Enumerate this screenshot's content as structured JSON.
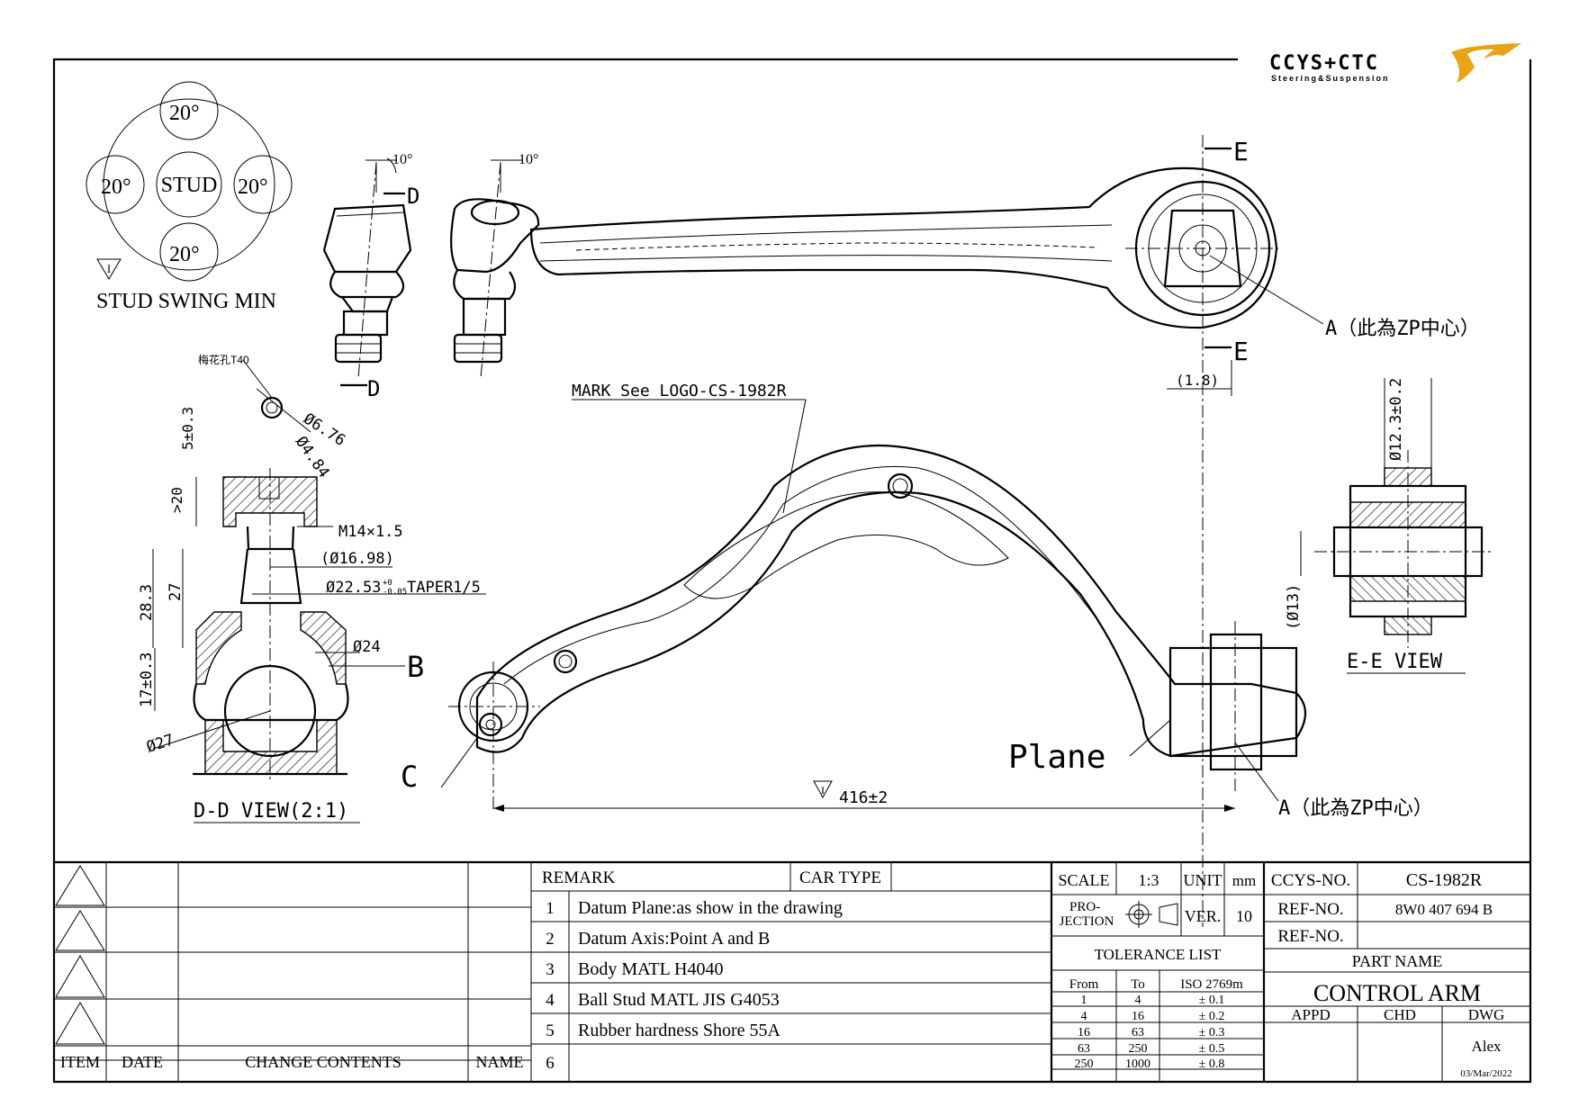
{
  "logo": {
    "name": "CCYS+CTC",
    "tagline": "Steering&Suspension",
    "accent": "#e8a317",
    "grey": "#6d6d6d"
  },
  "stud_swing": {
    "center": "STUD",
    "top": "20°",
    "left": "20°",
    "right": "20°",
    "bottom": "20°",
    "datum": "I",
    "caption": "STUD SWING MIN"
  },
  "section_marks": {
    "d": "D",
    "e": "E",
    "b": "B",
    "c": "C",
    "a_top": "A（此為ZP中心）",
    "a_bottom": "A（此為ZP中心）",
    "angle1": "10°",
    "angle2": "10°"
  },
  "dd_view": {
    "title": "D-D VIEW(2:1)",
    "torx": "梅花孔T40",
    "dim_676": "Ø6.76",
    "dim_484": "Ø4.84",
    "dim_5": "5±0.3",
    "dim_20": ">20",
    "thread": "M14×1.5",
    "dim_1698": "(Ø16.98)",
    "taper": "Ø22.53",
    "taper_tol_up": "+0",
    "taper_tol_down": "-0.05",
    "taper_label": "TAPER1/5",
    "dim_283": "28.3",
    "dim_27": "27",
    "dim_24": "Ø24",
    "dim_17": "17±0.3",
    "dim_phi27": "Ø27"
  },
  "main_view": {
    "mark": "MARK See LOGO-CS-1982R",
    "dim_18": "(1.8)",
    "dim_416": "416±2",
    "datum": "I",
    "plane": "Plane"
  },
  "ee_view": {
    "title": "E-E VIEW",
    "dim_123": "Ø12.3±0.2",
    "dim_13": "(Ø13)"
  },
  "change_table": {
    "headers": [
      "ITEM",
      "DATE",
      "CHANGE CONTENTS",
      "NAME"
    ]
  },
  "remarks": {
    "header": "REMARK",
    "car_type": "CAR TYPE",
    "items": [
      {
        "no": "1",
        "text": "Datum Plane:as show in the drawing"
      },
      {
        "no": "2",
        "text": "Datum Axis:Point A and B"
      },
      {
        "no": "3",
        "text": "Body MATL H4040"
      },
      {
        "no": "4",
        "text": "Ball Stud MATL JIS G4053"
      },
      {
        "no": "5",
        "text": "Rubber hardness Shore 55A"
      },
      {
        "no": "6",
        "text": ""
      }
    ]
  },
  "title_block": {
    "scale_label": "SCALE",
    "scale": "1:3",
    "unit_label": "UNIT",
    "unit": "mm",
    "projection_label": "PRO-\nJECTION",
    "ver_label": "VER.",
    "ver": "10",
    "ccys_no_label": "CCYS-NO.",
    "ccys_no": "CS-1982R",
    "ref_no_label": "REF-NO.",
    "ref_no": "8W0 407 694 B",
    "ref_no2_label": "REF-NO.",
    "ref_no2": "",
    "part_name_label": "PART NAME",
    "part_name": "CONTROL ARM",
    "appd": "APPD",
    "chd": "CHD",
    "dwg": "DWG",
    "drawer": "Alex",
    "date": "03/Mar/2022",
    "tolerance_title": "TOLERANCE LIST",
    "tolerance_headers": [
      "From",
      "To",
      "ISO 2769m"
    ],
    "tolerance_rows": [
      [
        "1",
        "4",
        "± 0.1"
      ],
      [
        "4",
        "16",
        "± 0.2"
      ],
      [
        "16",
        "63",
        "± 0.3"
      ],
      [
        "63",
        "250",
        "± 0.5"
      ],
      [
        "250",
        "1000",
        "± 0.8"
      ]
    ]
  }
}
